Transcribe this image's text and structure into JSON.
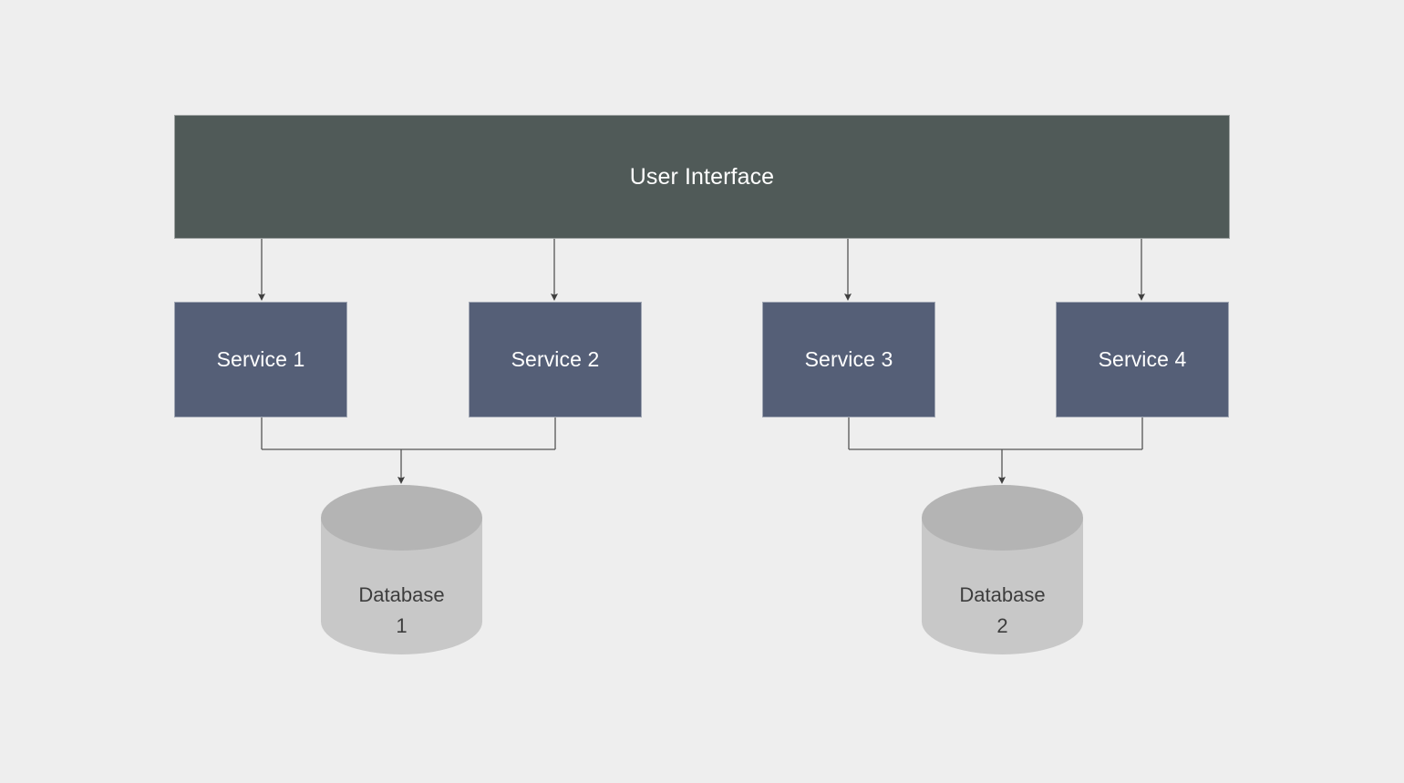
{
  "diagram": {
    "background_color": "#eeeeee",
    "ui_layer": {
      "label": "User Interface",
      "fill": "#505a58",
      "text_color": "#ffffff"
    },
    "services": [
      {
        "label": "Service 1",
        "fill": "#555f77",
        "text_color": "#ffffff"
      },
      {
        "label": "Service 2",
        "fill": "#555f77",
        "text_color": "#ffffff"
      },
      {
        "label": "Service 3",
        "fill": "#555f77",
        "text_color": "#ffffff"
      },
      {
        "label": "Service 4",
        "fill": "#555f77",
        "text_color": "#ffffff"
      }
    ],
    "databases": [
      {
        "label": "Database\n1",
        "top_fill": "#b4b4b4",
        "body_fill": "#c8c8c8",
        "text_color": "#3d3d3d"
      },
      {
        "label": "Database\n2",
        "top_fill": "#b4b4b4",
        "body_fill": "#c8c8c8",
        "text_color": "#3d3d3d"
      }
    ],
    "edges": {
      "stroke": "#555555",
      "connections": [
        "User Interface -> Service 1",
        "User Interface -> Service 2",
        "User Interface -> Service 3",
        "User Interface -> Service 4",
        "Service 1 -> Database 1",
        "Service 2 -> Database 1",
        "Service 3 -> Database 2",
        "Service 4 -> Database 2"
      ]
    }
  }
}
